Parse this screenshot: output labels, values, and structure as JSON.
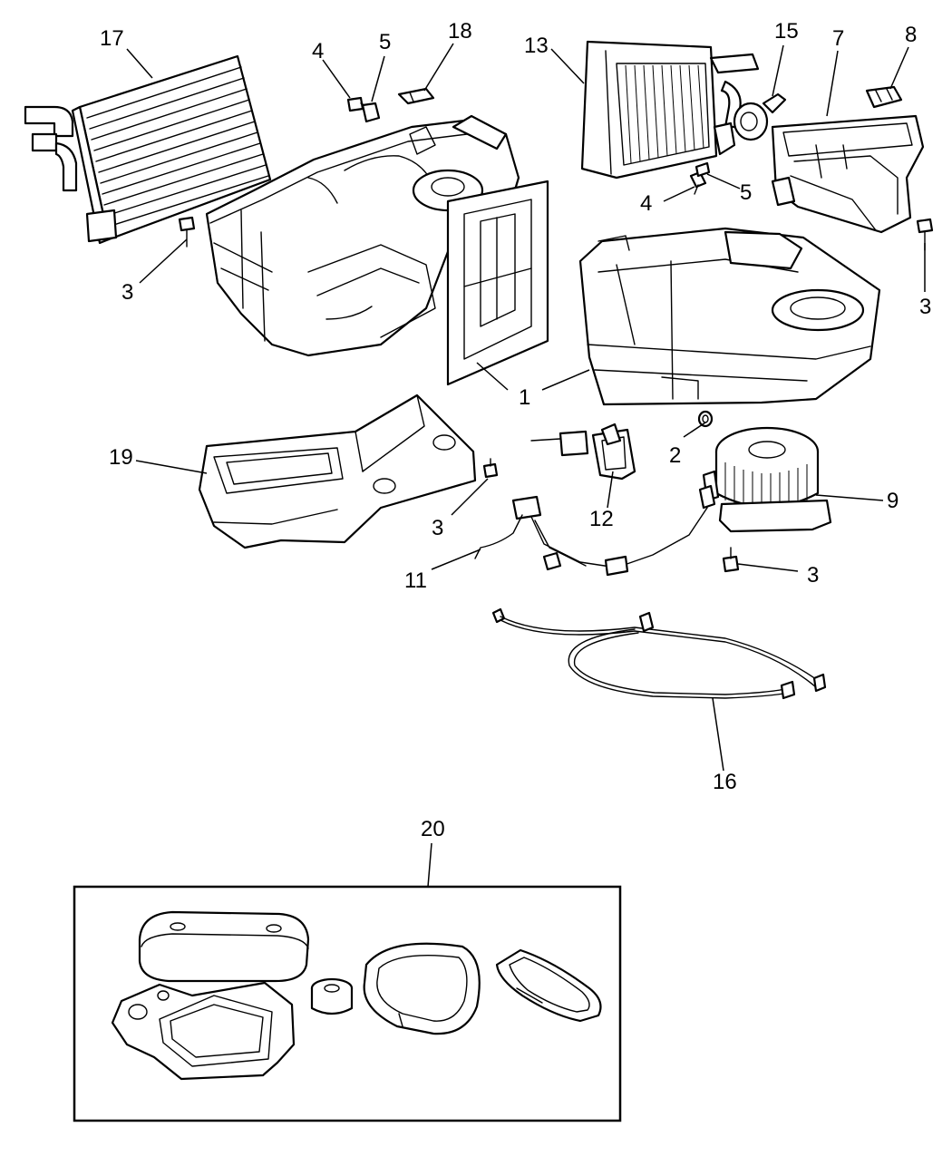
{
  "callouts": {
    "c1": "1",
    "c2": "2",
    "c3a": "3",
    "c3b": "3",
    "c3c": "3",
    "c3d": "3",
    "c4a": "4",
    "c4b": "4",
    "c5a": "5",
    "c5b": "5",
    "c7": "7",
    "c8": "8",
    "c9": "9",
    "c11": "11",
    "c12": "12",
    "c13": "13",
    "c15": "15",
    "c16": "16",
    "c17": "17",
    "c18": "18",
    "c19": "19",
    "c20": "20"
  },
  "colors": {
    "line": "#000000",
    "background": "#ffffff"
  }
}
